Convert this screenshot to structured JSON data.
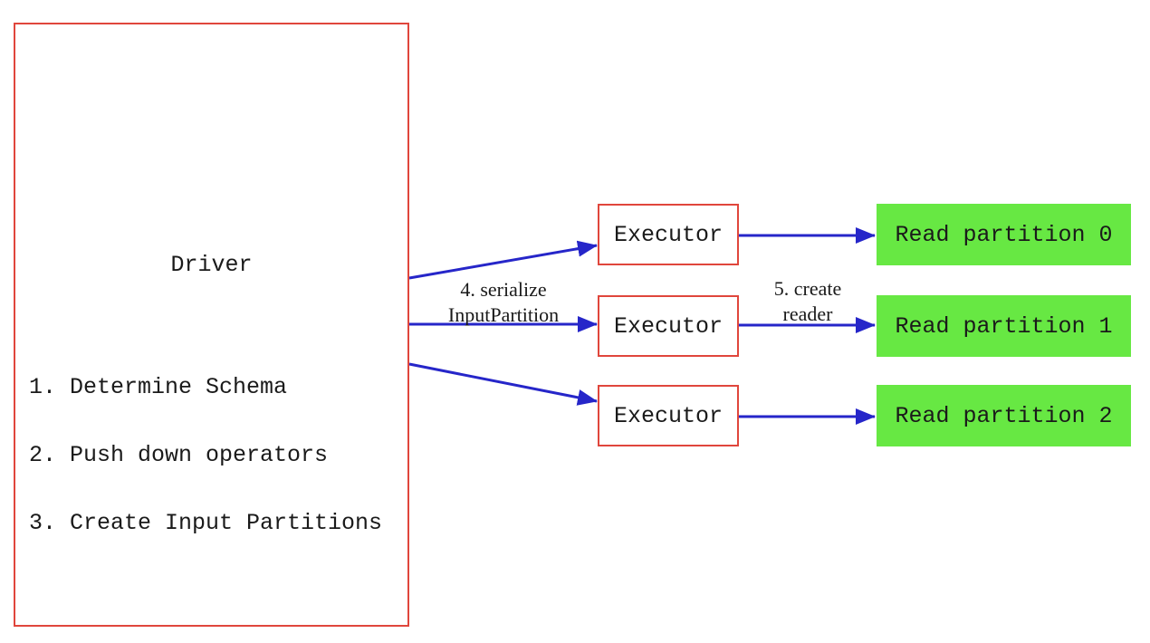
{
  "diagram": {
    "driver": {
      "title": "Driver",
      "steps": [
        "1. Determine Schema",
        "2. Push down operators",
        "3. Create Input Partitions"
      ]
    },
    "executors": [
      {
        "label": "Executor"
      },
      {
        "label": "Executor"
      },
      {
        "label": "Executor"
      }
    ],
    "partitions": [
      {
        "label": "Read partition 0"
      },
      {
        "label": "Read partition 1"
      },
      {
        "label": "Read partition 2"
      }
    ],
    "edge_labels": {
      "serialize": {
        "line1": "4. serialize",
        "line2": "InputPartition"
      },
      "create_reader": {
        "line1": "5. create",
        "line2": "reader"
      }
    },
    "colors": {
      "box_border_red": "#e0463c",
      "partition_green": "#67e843",
      "arrow_blue": "#2626c9",
      "text_black": "#1a1a1a",
      "background": "#ffffff"
    }
  }
}
